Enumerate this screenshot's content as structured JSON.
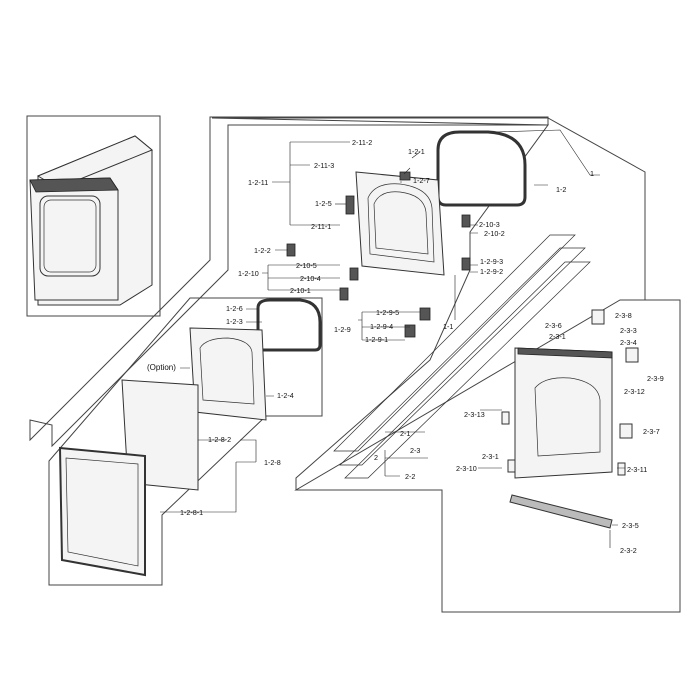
{
  "diagram": {
    "option_note": "(Option)",
    "labels": {
      "l_1": "1",
      "l_1_1": "1-1",
      "l_1_2": "1-2",
      "l_1_2_1": "1-2-1",
      "l_1_2_2": "1-2-2",
      "l_1_2_3": "1-2-3",
      "l_1_2_4": "1-2-4",
      "l_1_2_5": "1-2-5",
      "l_1_2_6": "1-2-6",
      "l_1_2_7": "1-2-7",
      "l_1_2_8": "1-2-8",
      "l_1_2_8_1": "1-2-8-1",
      "l_1_2_8_2": "1-2-8-2",
      "l_1_2_9": "1-2-9",
      "l_1_2_9_1": "1-2-9-1",
      "l_1_2_9_2": "1-2-9-2",
      "l_1_2_9_3": "1-2-9-3",
      "l_1_2_9_4": "1-2-9-4",
      "l_1_2_9_5": "1-2-9-5",
      "l_1_2_10": "1-2-10",
      "l_1_2_11": "1-2-11",
      "l_2": "2",
      "l_2_1": "2-1",
      "l_2_2": "2-2",
      "l_2_3": "2-3",
      "l_2_3_1a": "2-3-1",
      "l_2_3_1b": "2-3-1",
      "l_2_3_2": "2-3-2",
      "l_2_3_3": "2-3-3",
      "l_2_3_4": "2-3-4",
      "l_2_3_5": "2-3-5",
      "l_2_3_6": "2-3-6",
      "l_2_3_7": "2-3-7",
      "l_2_3_8": "2-3-8",
      "l_2_3_9": "2-3-9",
      "l_2_3_10": "2-3-10",
      "l_2_3_11": "2-3-11",
      "l_2_3_12": "2-3-12",
      "l_2_3_13": "2-3-13",
      "l_2_10_1": "2-10-1",
      "l_2_10_2": "2-10-2",
      "l_2_10_3": "2-10-3",
      "l_2_10_4": "2-10-4",
      "l_2_10_5": "2-10-5",
      "l_2_11_1": "2-11-1",
      "l_2_11_2": "2-11-2",
      "l_2_11_3": "2-11-3"
    }
  }
}
